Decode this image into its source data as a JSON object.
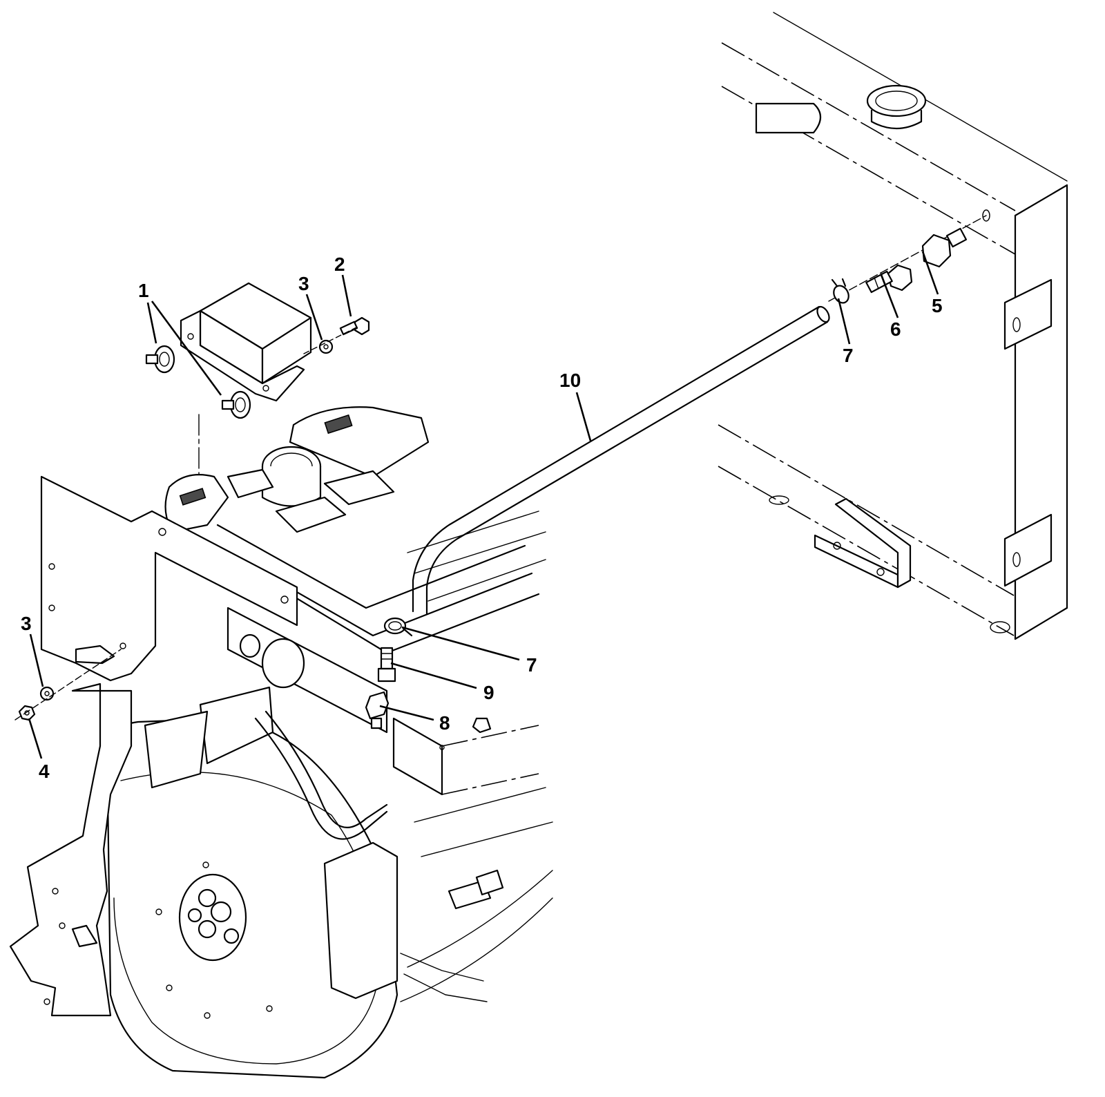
{
  "callouts": {
    "c1": "1",
    "c2": "2",
    "c3_top": "3",
    "c3_left": "3",
    "c4": "4",
    "c5": "5",
    "c6": "6",
    "c7_right": "7",
    "c7_lower": "7",
    "c8": "8",
    "c9": "9",
    "c10": "10"
  }
}
